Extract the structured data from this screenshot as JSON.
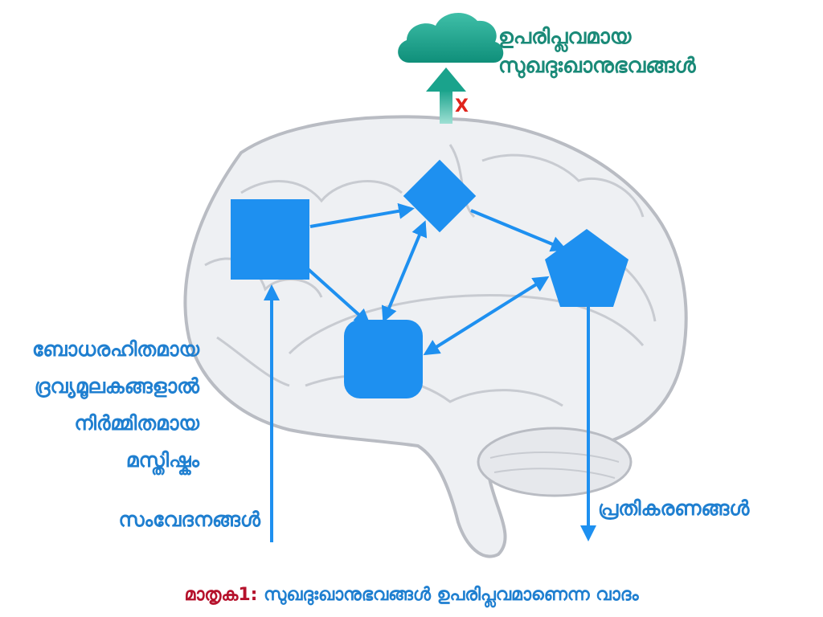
{
  "labels": {
    "surface_line1": "ഉപരിപ്ലവമായ",
    "surface_line2": "സുഖദുഃഖാനുഭവങ്ങൾ",
    "x_mark": "X",
    "brain_line1": "ബോധരഹിതമായ",
    "brain_line2": "ദ്രവ്യമൂലകങ്ങളാൽ",
    "brain_line3": "നിർമ്മിതമായ",
    "brain_line4": "മസ്തിഷ്കം",
    "sensations": "സംവേദനങ്ങൾ",
    "responses": "പ്രതികരണങ്ങൾ"
  },
  "caption": {
    "label": "മാതൃക1:",
    "text": "സുഖദുഃഖാനുഭവങ്ങൾ ഉപരിപ്ലവമാണെന്ന വാദം"
  },
  "colors": {
    "node_blue": "#1e90f0",
    "teal": "#1a8a78",
    "cloud_top": "#3fbfa8",
    "cloud_bottom": "#0f8f7a",
    "caption_red": "#b5122c",
    "x_red": "#e0241c",
    "brain_stroke": "#b9bcc3",
    "brain_fill": "#eef0f3"
  },
  "icons": {
    "cloud": "cloud-icon",
    "brain": "brain-illustration"
  }
}
